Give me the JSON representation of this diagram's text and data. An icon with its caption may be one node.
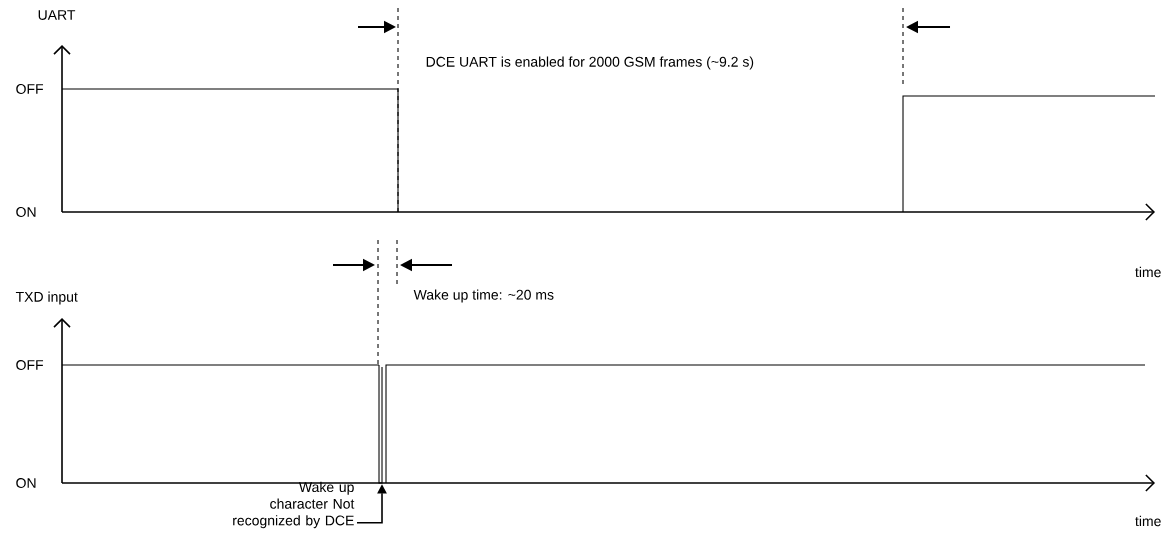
{
  "diagram": {
    "nodes": [
      {
        "text": [
          "Wake up character Not recognized by DCE"
        ]
      },
      {
        "text": [],
        "shape": "bar"
      }
    ],
    "edges": [
      {
        "from": 0,
        "to": 1,
        "arrow": "to"
      }
    ],
    "labels": [
      "UART",
      "DCE UART is enabled for 2000 GSM frames (~9.2 s)",
      "OFF",
      "ON",
      "time",
      "TXD input",
      "Wake up time: ~20 ms",
      "OFF",
      "ON",
      "time"
    ]
  }
}
